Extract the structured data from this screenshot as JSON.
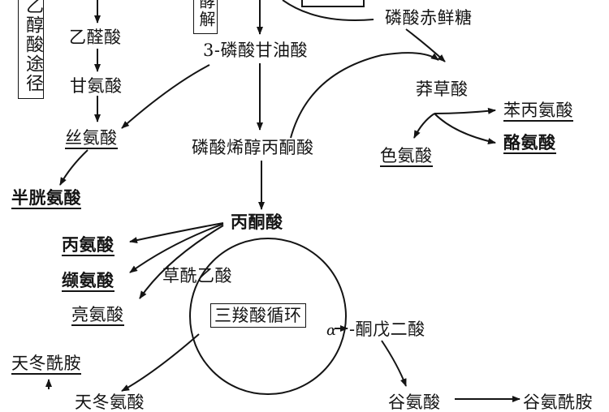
{
  "diagram": {
    "side_box_left": "醇酸途径",
    "side_box_left_top": "乙",
    "side_box_mid": "酵解",
    "top_box_partial": "",
    "phospho_erythrose": "磷酸赤鲜糖",
    "glyoxylate": "乙醛酸",
    "glycine": "甘氨酸",
    "serine": "丝氨酸",
    "cysteine": "半胱氨酸",
    "phosphoglycerate": "3-磷酸甘油酸",
    "pep": "磷酸烯醇丙酮酸",
    "pyruvate": "丙酮酸",
    "shikimate": "莽草酸",
    "phenylalanine": "苯丙氨酸",
    "tyrosine": "酪氨酸",
    "tryptophan": "色氨酸",
    "alanine": "丙氨酸",
    "valine": "缬氨酸",
    "leucine": "亮氨酸",
    "oxaloacetate": "草酰乙酸",
    "tca_cycle": "三羧酸循环",
    "alpha": "α",
    "ketoglutarate": "-酮戊二酸",
    "asparagine": "天冬酰胺",
    "aspartate_partial": "天冬氨酸",
    "glutamate_partial": "谷氨酸",
    "glutamine_partial": "谷氨酰胺"
  }
}
